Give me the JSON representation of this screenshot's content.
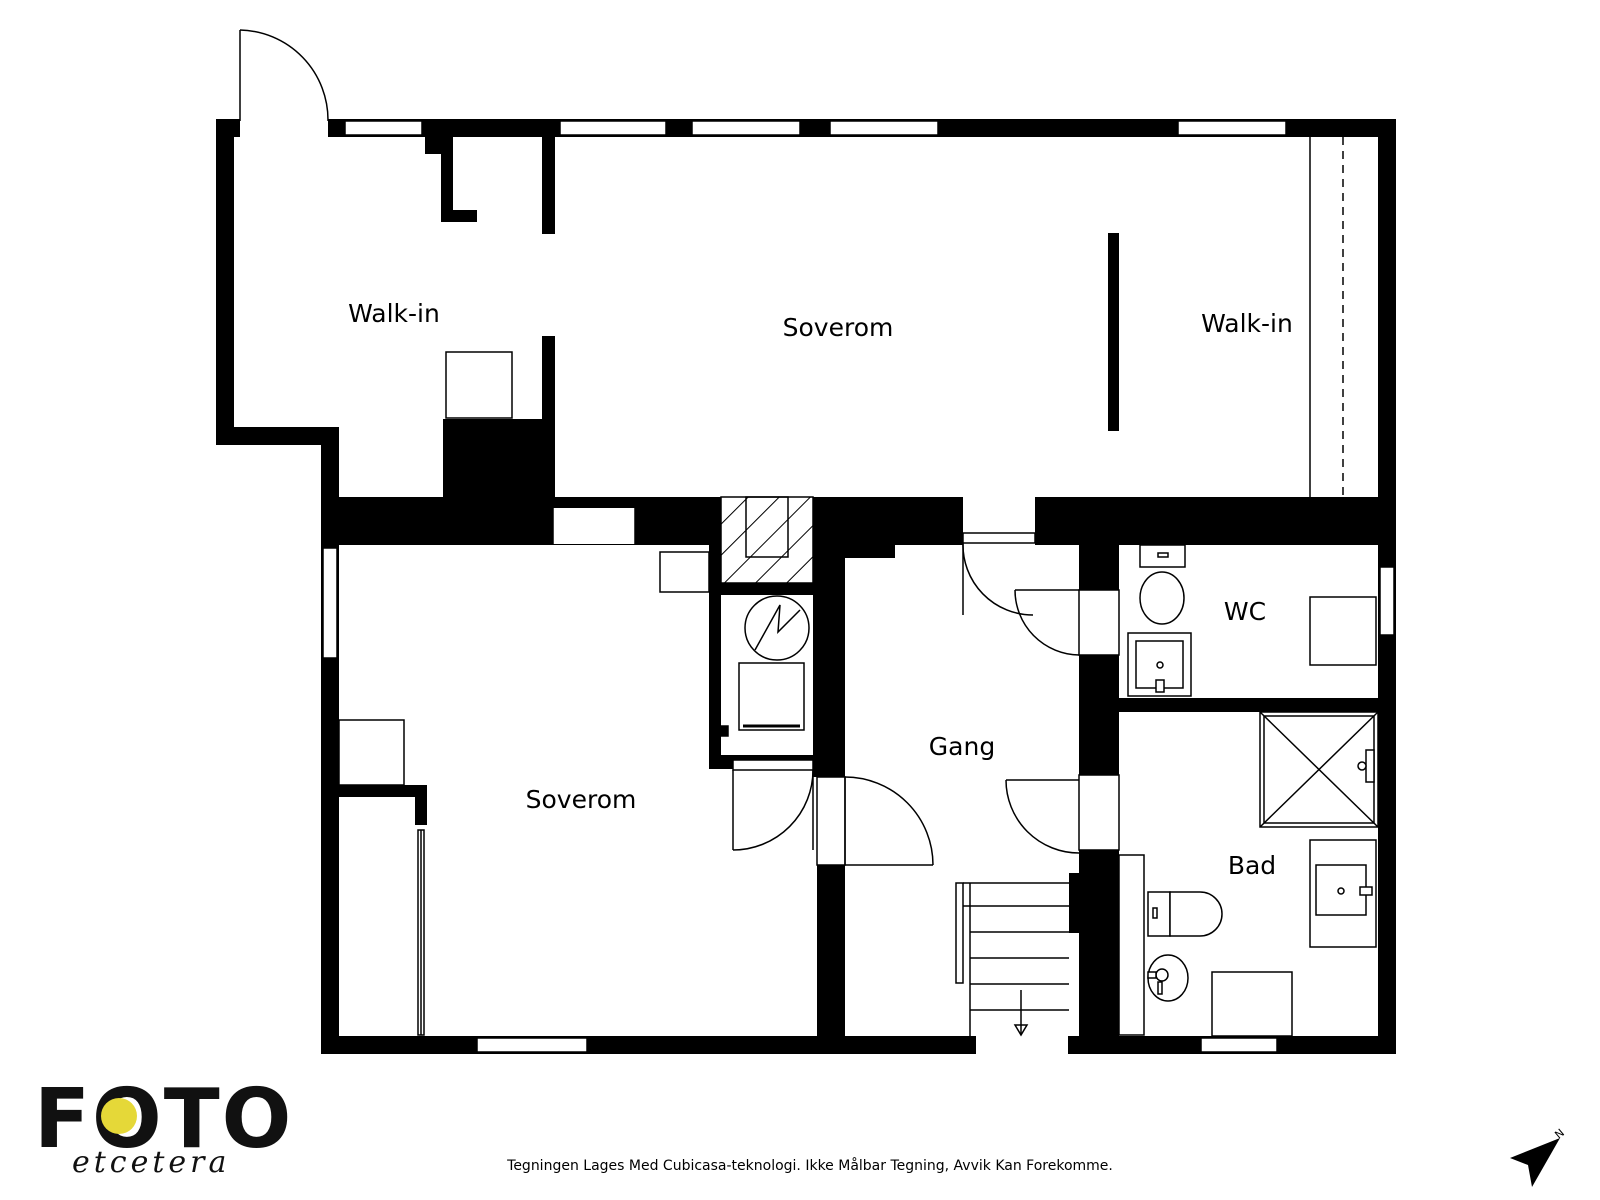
{
  "rooms": {
    "walkin_left": "Walk-in",
    "soverom_top": "Soverom",
    "walkin_right": "Walk-in",
    "wc": "WC",
    "gang": "Gang",
    "soverom_bottom": "Soverom",
    "bad": "Bad"
  },
  "logo": {
    "main": "FOTO",
    "sub": "etcetera",
    "accent_color": "#e5d838"
  },
  "disclaimer": "Tegningen Lages Med Cubicasa-teknologi. Ikke Målbar Tegning, Avvik Kan Forekomme.",
  "compass": {
    "label": "N"
  },
  "colors": {
    "wall": "#000000",
    "background": "#ffffff"
  }
}
